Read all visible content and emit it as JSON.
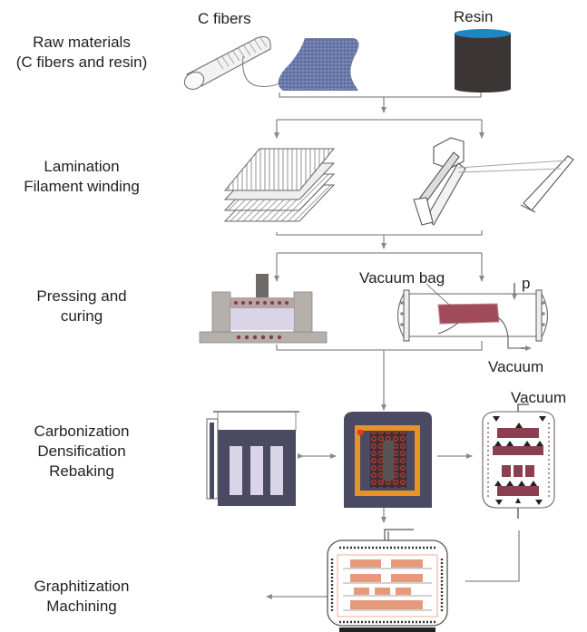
{
  "stages": [
    {
      "lines": [
        "Raw materials",
        "(C fibers and resin)"
      ]
    },
    {
      "lines": [
        "Lamination",
        "Filament winding"
      ]
    },
    {
      "lines": [
        "Pressing and",
        "curing"
      ]
    },
    {
      "lines": [
        "Carbonization",
        "Densification",
        "Rebaking"
      ]
    },
    {
      "lines": [
        "Graphitization",
        "Machining"
      ]
    }
  ],
  "labels": {
    "c_fibers": "C fibers",
    "resin": "Resin",
    "vacuum_bag": "Vacuum bag",
    "pressure": "p",
    "vacuum_autoclave": "Vacuum",
    "vacuum_reactor": "Vacuum"
  },
  "colors": {
    "line": "#8a8a8a",
    "furnace_body": "#4b4a63",
    "heater": "#e8922a",
    "coil": "#a4322a",
    "vacuum_bag": "#a04a5a",
    "resin_top": "#1f86c4",
    "resin_body": "#3b3536",
    "fabric": "#5b6a9a",
    "brick": "#e59a7c",
    "reactor_parts": "#8a4050"
  }
}
